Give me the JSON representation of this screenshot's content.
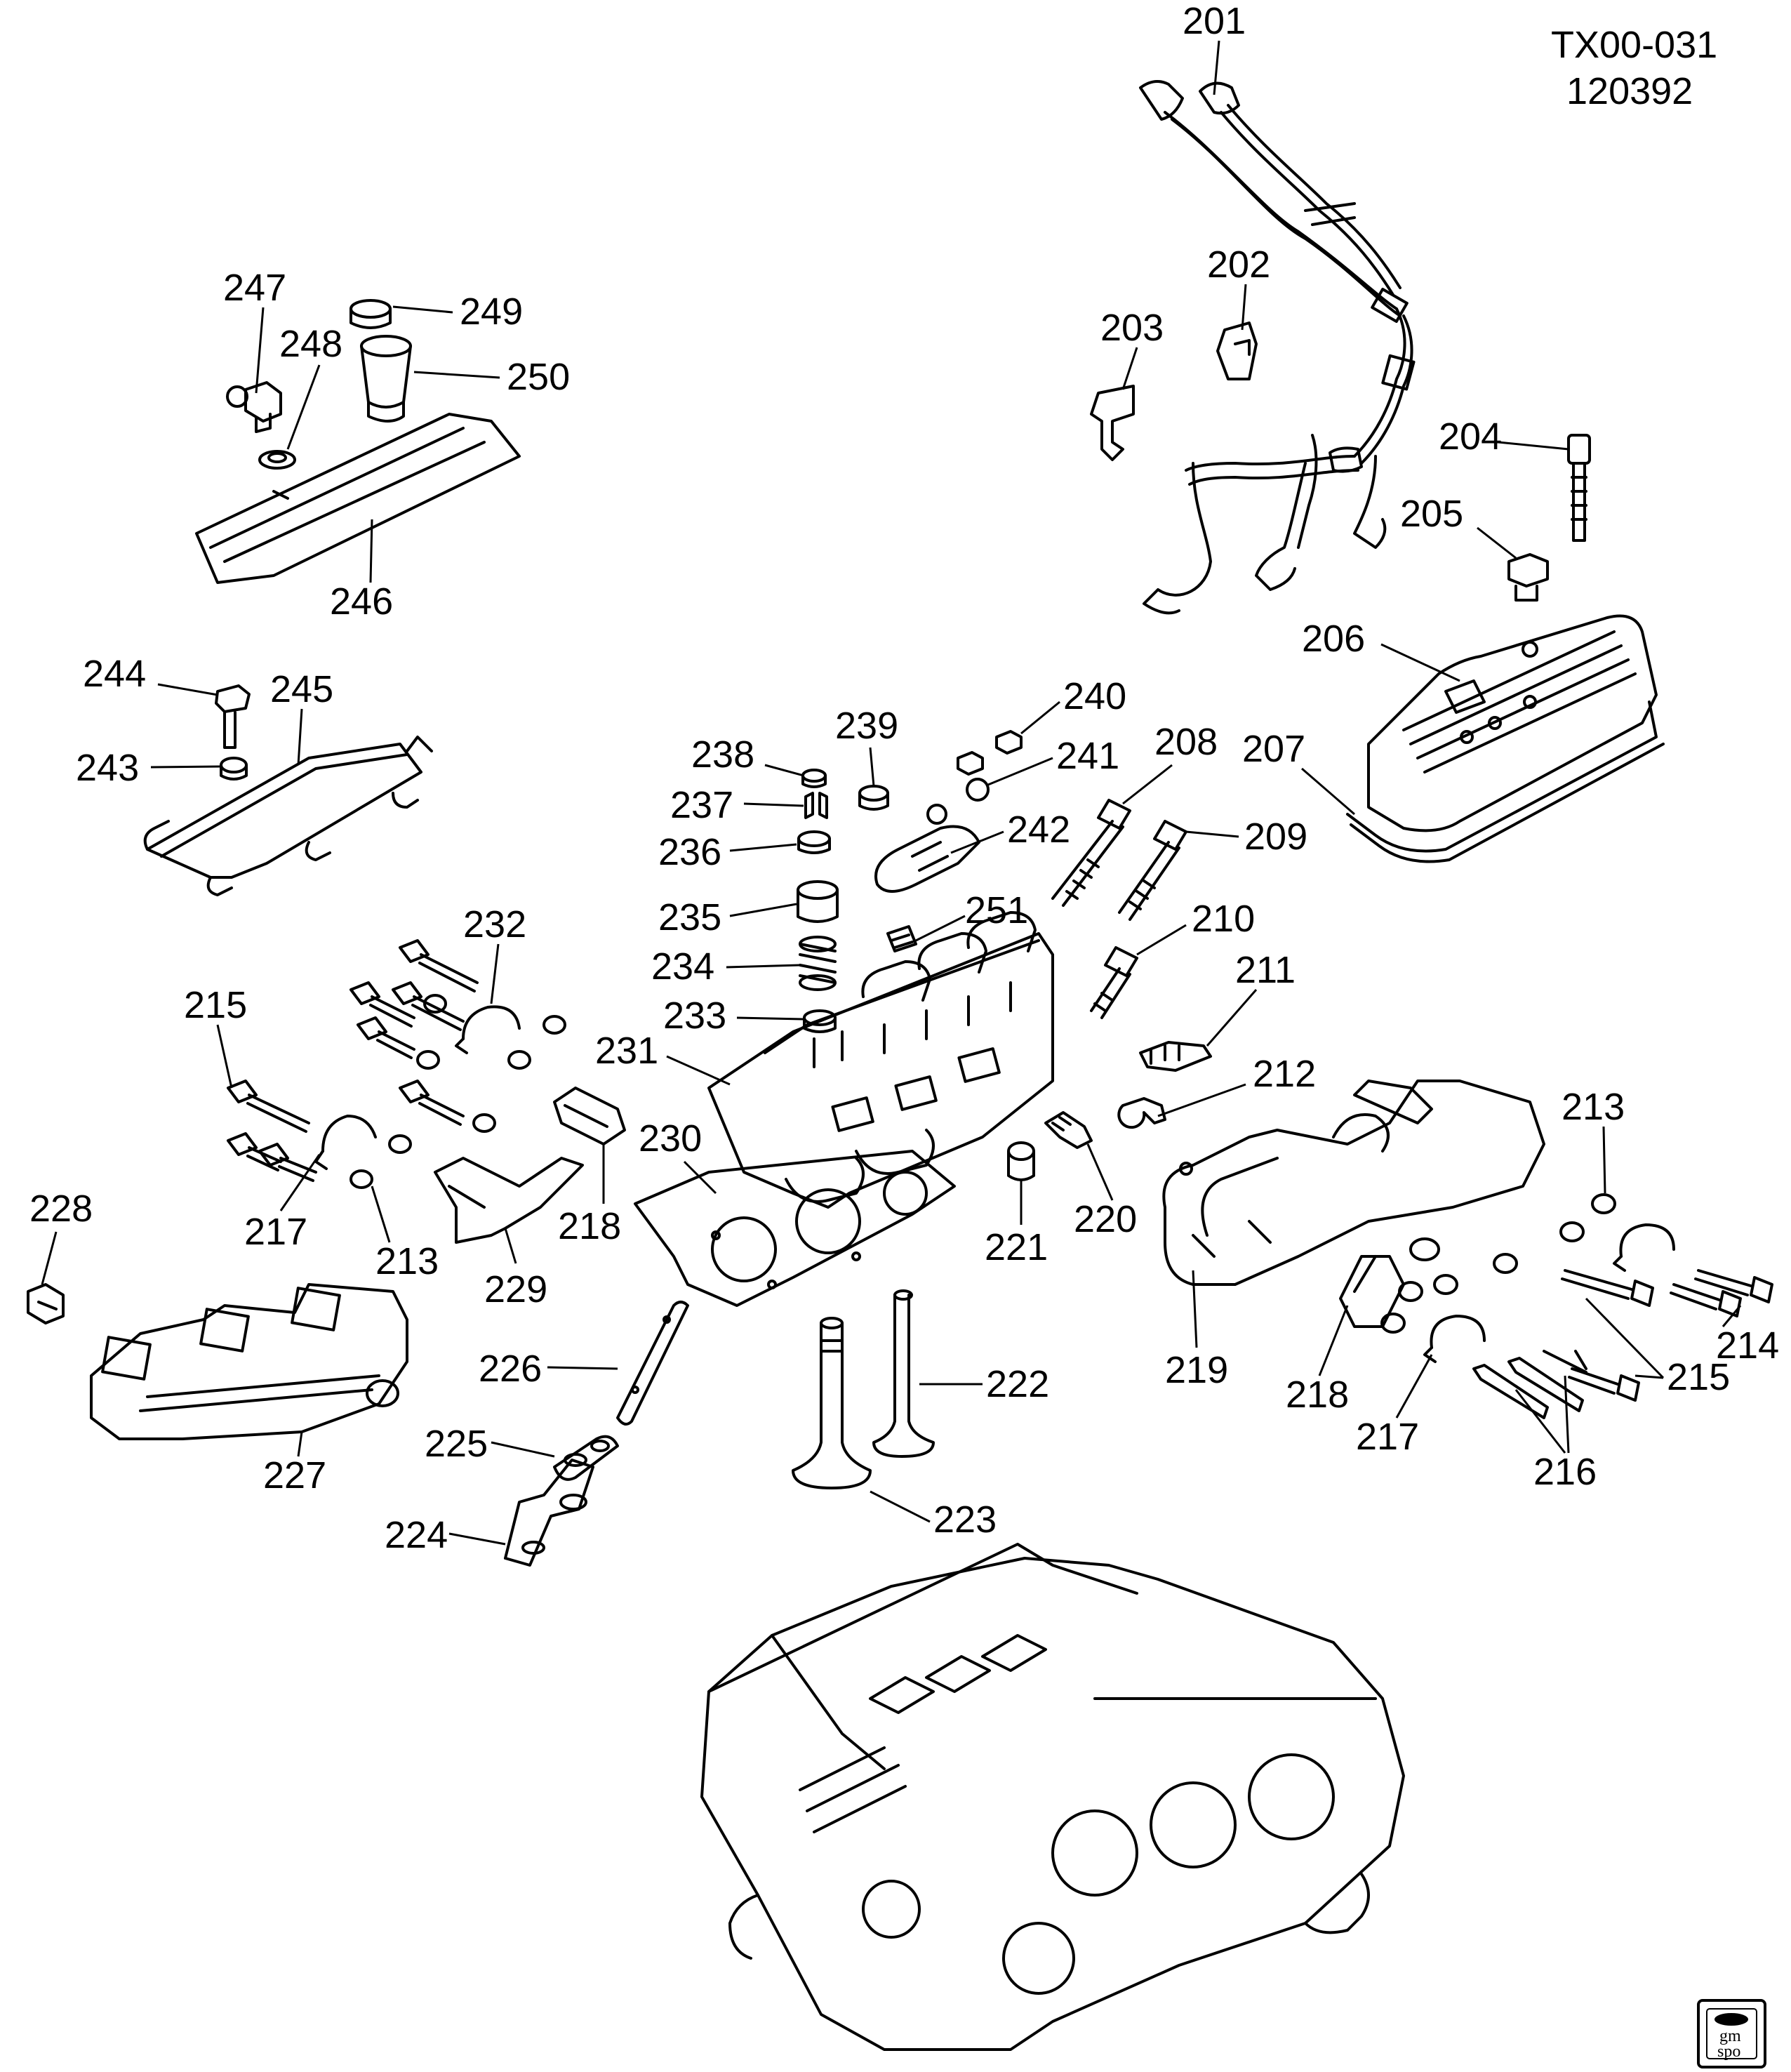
{
  "header": {
    "code": "TX00-031",
    "date": "120392"
  },
  "logo": {
    "line1": "gm",
    "line2": "spo"
  },
  "callouts": {
    "p201": "201",
    "p202": "202",
    "p203": "203",
    "p204": "204",
    "p205": "205",
    "p206": "206",
    "p207": "207",
    "p208": "208",
    "p209": "209",
    "p210": "210",
    "p211": "211",
    "p212": "212",
    "p213a": "213",
    "p213b": "213",
    "p214": "214",
    "p215a": "215",
    "p215b": "215",
    "p216": "216",
    "p217a": "217",
    "p217b": "217",
    "p218a": "218",
    "p218b": "218",
    "p219": "219",
    "p220": "220",
    "p221": "221",
    "p222": "222",
    "p223": "223",
    "p224": "224",
    "p225": "225",
    "p226": "226",
    "p227": "227",
    "p228": "228",
    "p229": "229",
    "p230": "230",
    "p231": "231",
    "p232": "232",
    "p233": "233",
    "p234": "234",
    "p235": "235",
    "p236": "236",
    "p237": "237",
    "p238": "238",
    "p239": "239",
    "p240": "240",
    "p241": "241",
    "p242": "242",
    "p243": "243",
    "p244": "244",
    "p245": "245",
    "p246": "246",
    "p247": "247",
    "p248": "248",
    "p249": "249",
    "p250": "250",
    "p251": "251"
  }
}
